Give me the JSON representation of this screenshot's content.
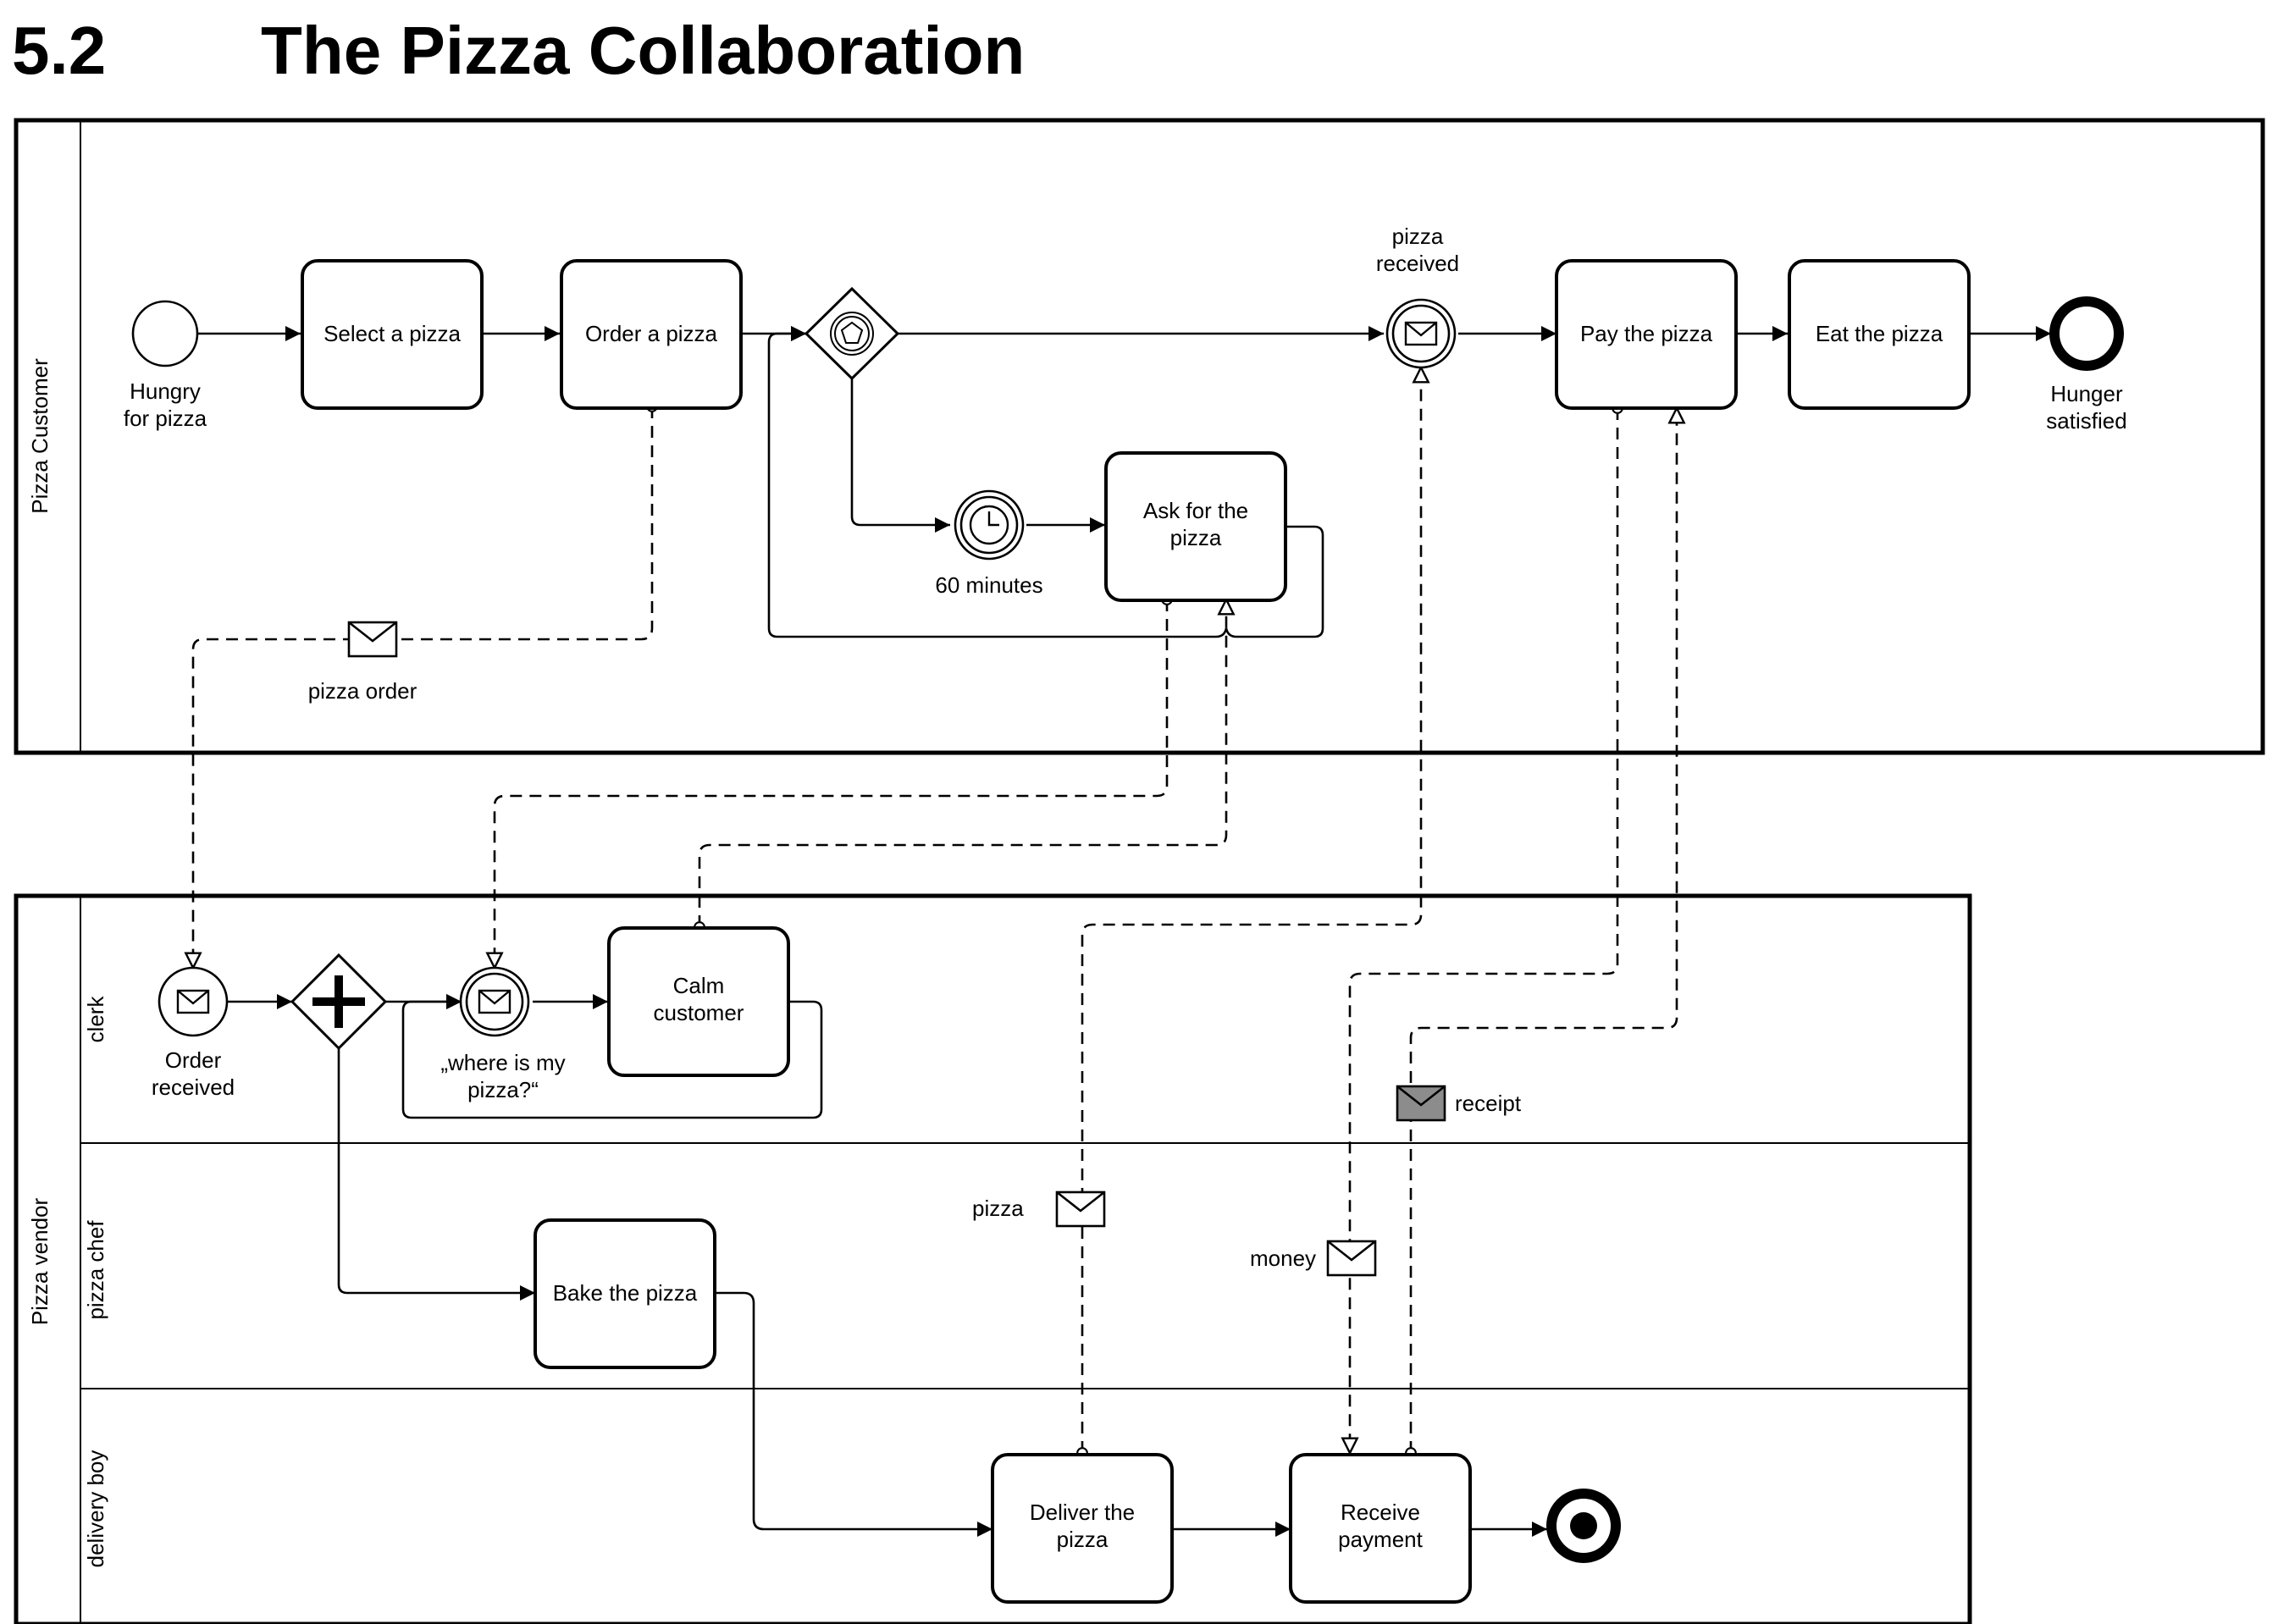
{
  "heading": {
    "number": "5.2",
    "title": "The Pizza Collaboration"
  },
  "pools": {
    "customer": {
      "label": "Pizza Customer"
    },
    "vendor": {
      "label": "Pizza vendor",
      "lanes": [
        "clerk",
        "pizza chef",
        "delivery boy"
      ]
    }
  },
  "customer": {
    "start_event": [
      "Hungry",
      "for pizza"
    ],
    "select_pizza": "Select a pizza",
    "order_pizza": "Order a pizza",
    "pizza_received": [
      "pizza",
      "received"
    ],
    "pay_pizza": "Pay the pizza",
    "eat_pizza": "Eat the pizza",
    "end_event": [
      "Hunger",
      "satisfied"
    ],
    "timer": "60 minutes",
    "ask_pizza": [
      "Ask for the",
      "pizza"
    ]
  },
  "vendor": {
    "order_received": [
      "Order",
      "received"
    ],
    "where_is_my_pizza": [
      "„where is my",
      "pizza?“"
    ],
    "calm_customer": [
      "Calm",
      "customer"
    ],
    "bake_pizza": "Bake the pizza",
    "deliver_pizza": [
      "Deliver the",
      "pizza"
    ],
    "receive_payment": [
      "Receive",
      "payment"
    ]
  },
  "messages": {
    "pizza_order": "pizza order",
    "pizza": "pizza",
    "money": "money",
    "receipt": "receipt"
  }
}
